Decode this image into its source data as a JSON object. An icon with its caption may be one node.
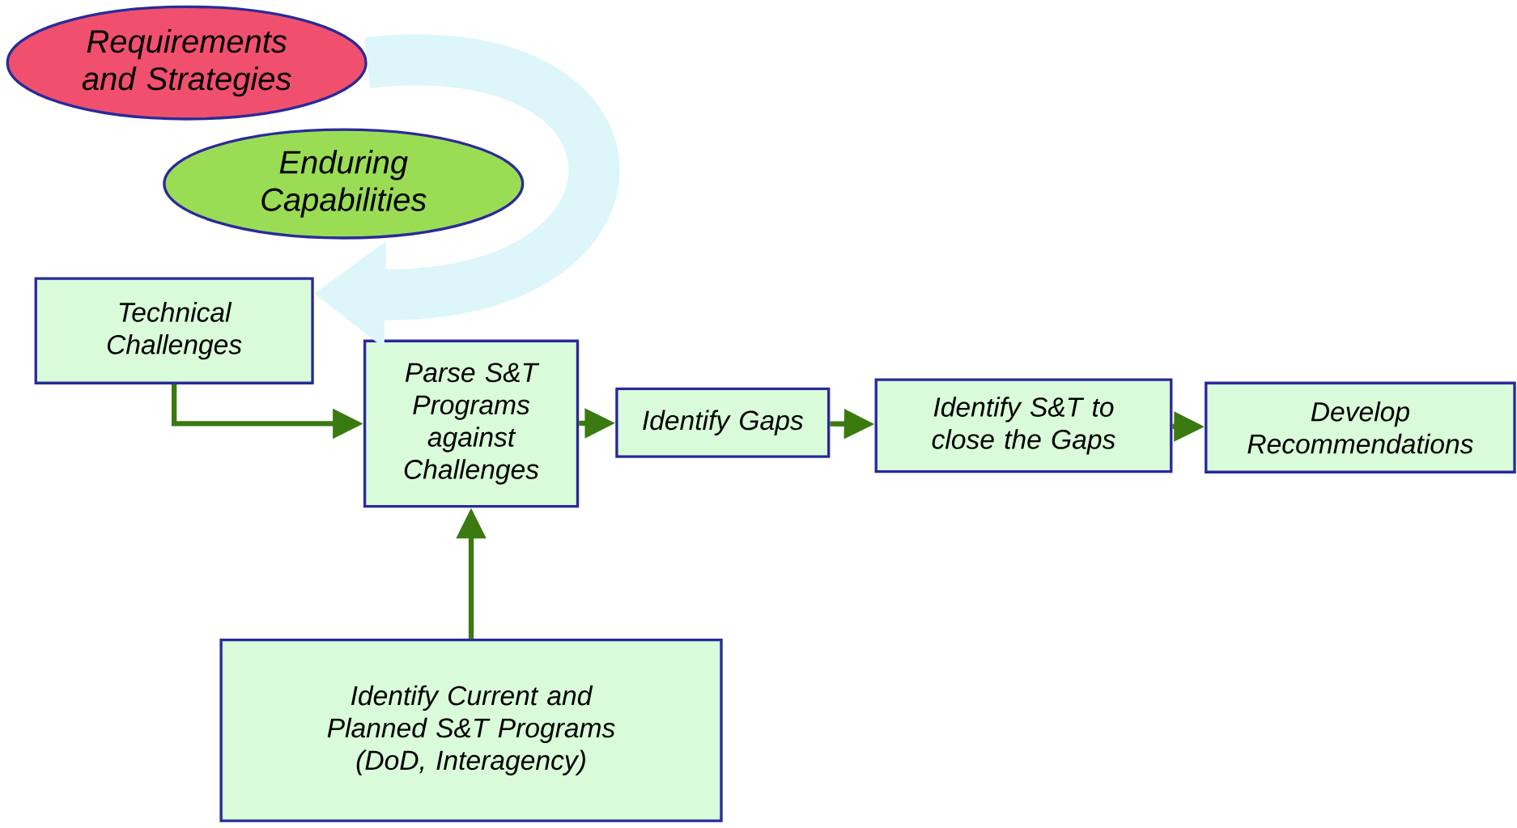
{
  "diagram": {
    "nodes": [
      {
        "text": [
          "Requirements and Strategies"
        ]
      },
      {
        "text": [
          "Enduring Capabilities"
        ]
      },
      {
        "text": [
          "Technical Challenges"
        ]
      },
      {
        "text": [
          "Parse S&T Programs against Challenges"
        ]
      },
      {
        "text": [
          "Identify Gaps"
        ]
      },
      {
        "text": [
          "Identify S&T to close the Gaps"
        ]
      },
      {
        "text": [
          "Develop Recommendations"
        ]
      },
      {
        "text": [
          "Identify Current and Planned S&T Programs",
          "(DoD, Interagency)"
        ]
      }
    ],
    "edges": [
      {
        "from": 0,
        "to": 2,
        "arrow": "to",
        "style": "thick",
        "color": "#dcf6fa"
      },
      {
        "from": 2,
        "to": 3,
        "arrow": "to"
      },
      {
        "from": 3,
        "to": 4,
        "arrow": "to"
      },
      {
        "from": 4,
        "to": 5,
        "arrow": "to"
      },
      {
        "from": 5,
        "to": 6,
        "arrow": "to"
      },
      {
        "from": 7,
        "to": 3,
        "arrow": "to"
      }
    ]
  }
}
